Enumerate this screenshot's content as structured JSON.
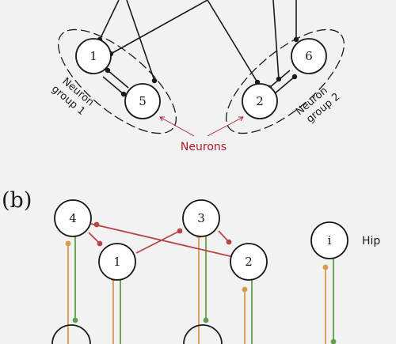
{
  "panel_b_label": "(b)",
  "neurons_label": "Neurons",
  "hip_label": "Hip",
  "group1": {
    "line1": "Neuron",
    "line2": "group 1"
  },
  "group2": {
    "line1": "Neuron",
    "line2": "group 2"
  },
  "neurons_a": {
    "n1": "1",
    "n5": "5",
    "n2": "2",
    "n6": "6"
  },
  "neurons_b": {
    "n4": "4",
    "n1": "1",
    "n3": "3",
    "n2": "2",
    "ni": "i"
  },
  "colors": {
    "black": "#1a1a1a",
    "red_connection": "#b84545",
    "orange_connection": "#d99a4e",
    "green_connection": "#5f9e4a",
    "annotation_red": "#b01c2a",
    "background": "#f2f2f2"
  }
}
